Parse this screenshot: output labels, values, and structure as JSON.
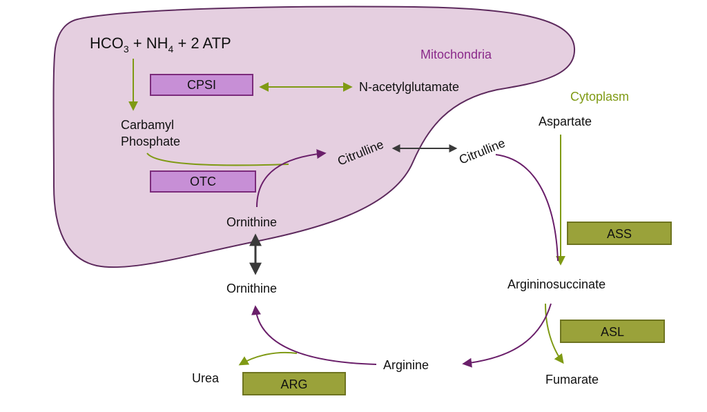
{
  "regions": {
    "mitochondria": "Mitochondria",
    "cytoplasm": "Cytoplasm"
  },
  "reactants": {
    "hco": "HCO",
    "hco_sub": "3",
    "plus1": " + NH",
    "nh_sub": "4",
    "plus2": " + 2 ATP"
  },
  "enzymes": {
    "cps1": "CPSI",
    "otc": "OTC",
    "ass": "ASS",
    "asl": "ASL",
    "arg": "ARG"
  },
  "metabolites": {
    "n_acetylglutamate": "N-acetylglutamate",
    "carbamyl_line1": "Carbamyl",
    "carbamyl_line2": "Phosphate",
    "citrulline_mito": "Citrulline",
    "citrulline_cyto": "Citrulline",
    "ornithine_mito": "Ornithine",
    "ornithine_cyto": "Ornithine",
    "aspartate": "Aspartate",
    "argininosuccinate": "Argininosuccinate",
    "fumarate": "Fumarate",
    "arginine": "Arginine",
    "urea": "Urea"
  },
  "colors": {
    "mito_fill": "#e5cfe0",
    "mito_stroke": "#5d2a5d",
    "mito_enzyme_fill": "#c78fd6",
    "mito_enzyme_stroke": "#7b2b7b",
    "cyto_enzyme_fill": "#9aa23a",
    "cyto_enzyme_stroke": "#6e7420",
    "green_arrow": "#7f9a14",
    "purple_arrow": "#6a1f6a",
    "dark_arrow": "#3a3a3a"
  }
}
